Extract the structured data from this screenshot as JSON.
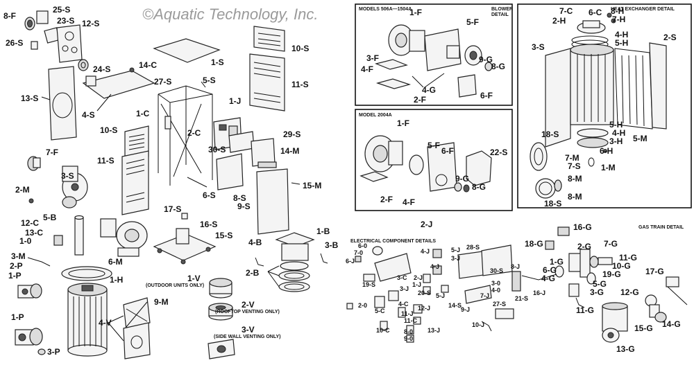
{
  "watermark": "©Aquatic Technology, Inc.",
  "captions": {
    "blower_title": "MODELS 506A—1504A",
    "blower_detail": "BLOWER",
    "blower_detail2": "DETAIL",
    "model2004": "MODEL 2004A",
    "heat_exchanger": "HEAT EXCHANGER DETAIL",
    "electrical": "ELECTRICAL COMPONENT DETAILS",
    "gas_train": "GAS TRAIN DETAIL",
    "outdoor": "(OUTDOOR UNITS ONLY)",
    "rooftop": "(ROOFTOP VENTING ONLY)",
    "sidewall": "(SIDE WALL VENTING ONLY)"
  },
  "labels": {
    "l8F": "8-F",
    "l25S": "25-S",
    "l23S": "23-S",
    "l12S": "12-S",
    "l26S": "26-S",
    "l24S": "24-S",
    "l13S": "13-S",
    "l14C": "14-C",
    "l27S": "27-S",
    "l1S": "1-S",
    "l5S": "5-S",
    "l4S": "4-S",
    "l1C": "1-C",
    "l10S": "10-S",
    "l11S": "11-S",
    "l1J": "1-J",
    "l2C": "2-C",
    "l10Sb": "10-S",
    "l11Sb": "11-S",
    "l29S": "29-S",
    "l30S": "30-S",
    "l14M": "14-M",
    "l7F": "7-F",
    "l6S": "6-S",
    "l8S": "8-S",
    "l9S": "9-S",
    "l15M": "15-M",
    "l2M": "2-M",
    "l3S": "3-S",
    "l17S": "17-S",
    "l16S": "16-S",
    "l15S": "15-S",
    "l5B": "5-B",
    "l12C": "12-C",
    "l13C": "13-C",
    "l10": "1-0",
    "l3M": "3-M",
    "l6M": "6-M",
    "l2P": "2-P",
    "l1P": "1-P",
    "l1H": "1-H",
    "l9M": "9-M",
    "l1Pb": "1-P",
    "l4V": "4-V",
    "l3P": "3-P",
    "l1V": "1-V",
    "l2V": "2-V",
    "l3V": "3-V",
    "l1B": "1-B",
    "l4B": "4-B",
    "l3B": "3-B",
    "l2B": "2-B",
    "b1F": "1-F",
    "b5F": "5-F",
    "b3F": "3-F",
    "b4F": "4-F",
    "b9G": "9-G",
    "b8G": "8-G",
    "b4G": "4-G",
    "b2F": "2-F",
    "b6F": "6-F",
    "m1F": "1-F",
    "m5F": "5-F",
    "m6F": "6-F",
    "m22S": "22-S",
    "m9G": "9-G",
    "m8G": "8-G",
    "m2F": "2-F",
    "m4F": "4-F",
    "h7C": "7-C",
    "h6C": "6-C",
    "h8H": "8-H",
    "h2H": "2-H",
    "h7H": "7-H",
    "h2S": "2-S",
    "h3S": "3-S",
    "h4H": "4-H",
    "h5H": "5-H",
    "h5Hb": "5-H",
    "h4Hb": "4-H",
    "h18S": "18-S",
    "h3H": "3-H",
    "h5M": "5-M",
    "h6H": "6-H",
    "h7M": "7-M",
    "h7S": "7-S",
    "h1M": "1-M",
    "h8M": "8-M",
    "h8Mb": "8-M",
    "h18Sb": "18-S",
    "e2J": "2-J",
    "e6O": "6-0",
    "e7O": "7-0",
    "e6J": "6-J",
    "e4J": "4-J",
    "e5J": "5-J",
    "e28S": "28-S",
    "e3J": "3-J",
    "e8J": "8-J",
    "e4Jb": "4-J",
    "e30S": "30-S",
    "e19S": "19-S",
    "e3C": "3-C",
    "e2J2": "2-J",
    "e1J": "1-J",
    "e20S": "20-S",
    "e3Jb": "3-J",
    "e3O": "3-0",
    "e4O": "4-0",
    "e5Jb": "5-J",
    "e7J": "7-J",
    "e4C": "4-C",
    "e2O": "2-0",
    "e5C": "5-C",
    "e12J": "12-J",
    "e14S": "14-S",
    "e9J": "9-J",
    "e21S": "21-S",
    "e16J": "16-J",
    "e27S": "27-S",
    "e11J": "11-J",
    "e11C": "11-C",
    "e13J": "13-J",
    "e10C": "10-C",
    "e8O": "8-0",
    "e9O": "9-0",
    "e10J": "10-J",
    "g16G": "16-G",
    "g18G": "18-G",
    "g2G": "2-G",
    "g7G": "7-G",
    "g1G": "1-G",
    "g11G": "11-G",
    "g6G": "6-G",
    "g10G": "10-G",
    "g19G": "19-G",
    "g4G": "4-G",
    "g5G": "5-G",
    "g3G": "3-G",
    "g17G": "17-G",
    "g12G": "12-G",
    "g11Gb": "11-G",
    "g15G": "15-G",
    "g14G": "14-G",
    "g13G": "13-G"
  }
}
